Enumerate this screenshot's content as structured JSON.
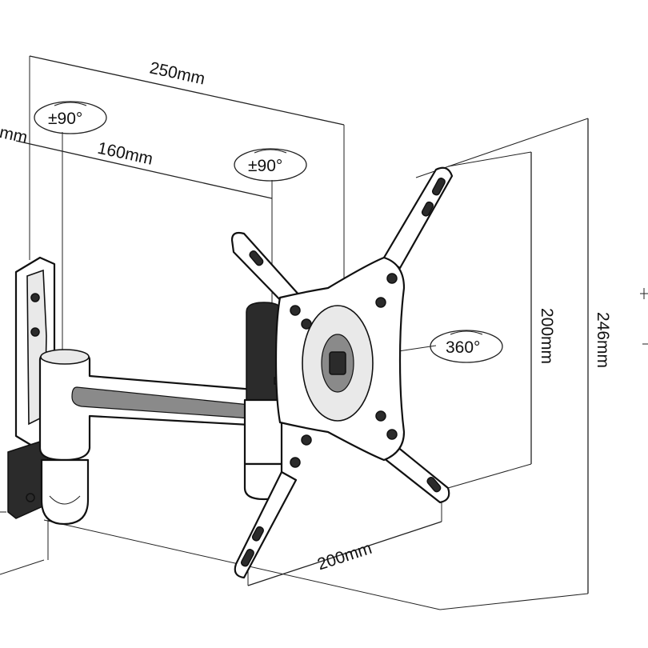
{
  "dimensions": {
    "total_depth": "250mm",
    "arm_length": "160mm",
    "vesa_height": "200mm",
    "vesa_width": "200mm",
    "plate_height": "246mm",
    "partial_left": "mm"
  },
  "rotations": {
    "wall_swivel": "±90°",
    "arm_swivel": "±90°",
    "plate_rotation": "360°"
  },
  "colors": {
    "line": "#222222",
    "part_fill": "#ffffff",
    "dark_fill": "#2b2b2b"
  }
}
